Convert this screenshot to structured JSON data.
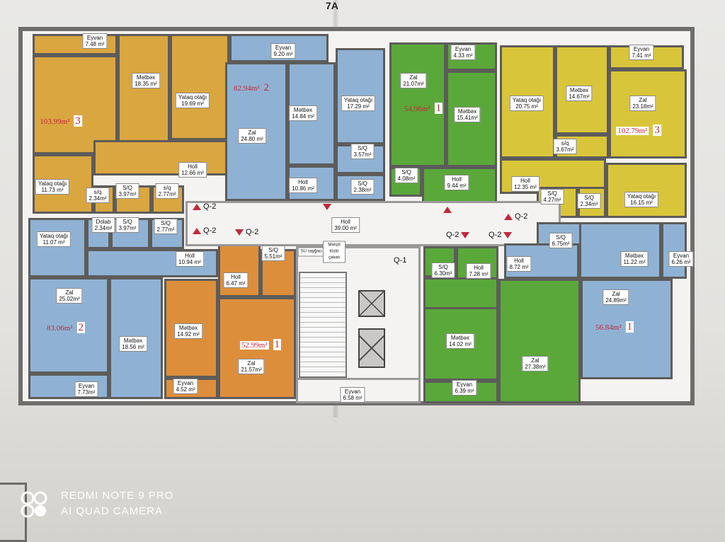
{
  "photo": {
    "top_mark": "7A",
    "watermark": {
      "line1": "REDMI NOTE 9 PRO",
      "line2": "AI QUAD CAMERA"
    }
  },
  "markers": {
    "q1": "Q-1",
    "q2": "Q-2"
  },
  "small_texts": {
    "su_sayğacı": "SU sayğacı",
    "menzil": "Mənzil tüstü çəkən"
  },
  "apartments": [
    {
      "area": "103.99m²",
      "num": "3"
    },
    {
      "area": "82.94m²",
      "num": "2"
    },
    {
      "area": "54.96m²",
      "num": "1"
    },
    {
      "area": "102.79m²",
      "num": "3"
    },
    {
      "area": "83.06m²",
      "num": "2"
    },
    {
      "area": "52.99m²",
      "num": "1"
    },
    {
      "area": "56.84m²",
      "num": "1"
    }
  ],
  "rooms": [
    {
      "name": "Eyvan",
      "area": "7.48 m²"
    },
    {
      "name": "Mətbəx",
      "area": "18.35 m²"
    },
    {
      "name": "Yataq otağı",
      "area": "19.69 m²"
    },
    {
      "name": "Holl",
      "area": "12.66 m²"
    },
    {
      "name": "Yataq otağı",
      "area": "11.73 m²"
    },
    {
      "name": "s/q",
      "area": "2.34m²"
    },
    {
      "name": "S/Q",
      "area": "3.97m²"
    },
    {
      "name": "s/q",
      "area": "2.77m²"
    },
    {
      "name": "Eyvan",
      "area": "9.20 m²"
    },
    {
      "name": "Mətbəx",
      "area": "14.84 m²"
    },
    {
      "name": "Zal",
      "area": "24.80 m²"
    },
    {
      "name": "Holl",
      "area": "10.86 m²"
    },
    {
      "name": "Yataq otağı",
      "area": "17.29 m²"
    },
    {
      "name": "S/Q",
      "area": "3.57m²"
    },
    {
      "name": "S/Q",
      "area": "2.38m²"
    },
    {
      "name": "Eyvan",
      "area": "4.33 m²"
    },
    {
      "name": "Zal",
      "area": "21.07m²"
    },
    {
      "name": "Mətbəx",
      "area": "15.41m²"
    },
    {
      "name": "S/Q",
      "area": "4.08m²"
    },
    {
      "name": "Holl",
      "area": "9.44 m²"
    },
    {
      "name": "Eyvan",
      "area": "7.41 m²"
    },
    {
      "name": "Mətbəx",
      "area": "14.67m²"
    },
    {
      "name": "Yataq otağı",
      "area": "20.75 m²"
    },
    {
      "name": "Zal",
      "area": "23.18m²"
    },
    {
      "name": "s/q",
      "area": "3.67m²"
    },
    {
      "name": "Holl",
      "area": "12.35 m²"
    },
    {
      "name": "S/Q",
      "area": "4.27m²"
    },
    {
      "name": "S/Q",
      "area": "2.34m²"
    },
    {
      "name": "Yataq otağı",
      "area": "16.15 m²"
    },
    {
      "name": "Dolab",
      "area": "2.34m²"
    },
    {
      "name": "S/Q",
      "area": "3.97m²"
    },
    {
      "name": "S/Q",
      "area": "2.77m²"
    },
    {
      "name": "Yataq otağı",
      "area": "11.07 m²"
    },
    {
      "name": "Holl",
      "area": "10.94 m²"
    },
    {
      "name": "Zal",
      "area": "25.02m²"
    },
    {
      "name": "Mətbəx",
      "area": "18.56 m²"
    },
    {
      "name": "Eyvan",
      "area": "7.73m²"
    },
    {
      "name": "S/Q",
      "area": "5.51m²"
    },
    {
      "name": "Holl",
      "area": "6.47 m²"
    },
    {
      "name": "Mətbəx",
      "area": "14.92 m²"
    },
    {
      "name": "Zal",
      "area": "21.57m²"
    },
    {
      "name": "Eyvan",
      "area": "4.52 m²"
    },
    {
      "name": "Holl",
      "area": "39.00 m²"
    },
    {
      "name": "Eyvan",
      "area": "6.58 m²"
    },
    {
      "name": "S/Q",
      "area": "6.30m²"
    },
    {
      "name": "Holl",
      "area": "7.28 m²"
    },
    {
      "name": "Mətbəx",
      "area": "14.02 m²"
    },
    {
      "name": "Eyvan",
      "area": "6.39 m²"
    },
    {
      "name": "Zal",
      "area": "27.38m²"
    },
    {
      "name": "S/Q",
      "area": "6.75m²"
    },
    {
      "name": "Holl",
      "area": "8.72 m²"
    },
    {
      "name": "Mətbəx",
      "area": "11.22 m²"
    },
    {
      "name": "Eyvan",
      "area": "6.26 m²"
    },
    {
      "name": "Zal",
      "area": "24.89m²"
    }
  ]
}
